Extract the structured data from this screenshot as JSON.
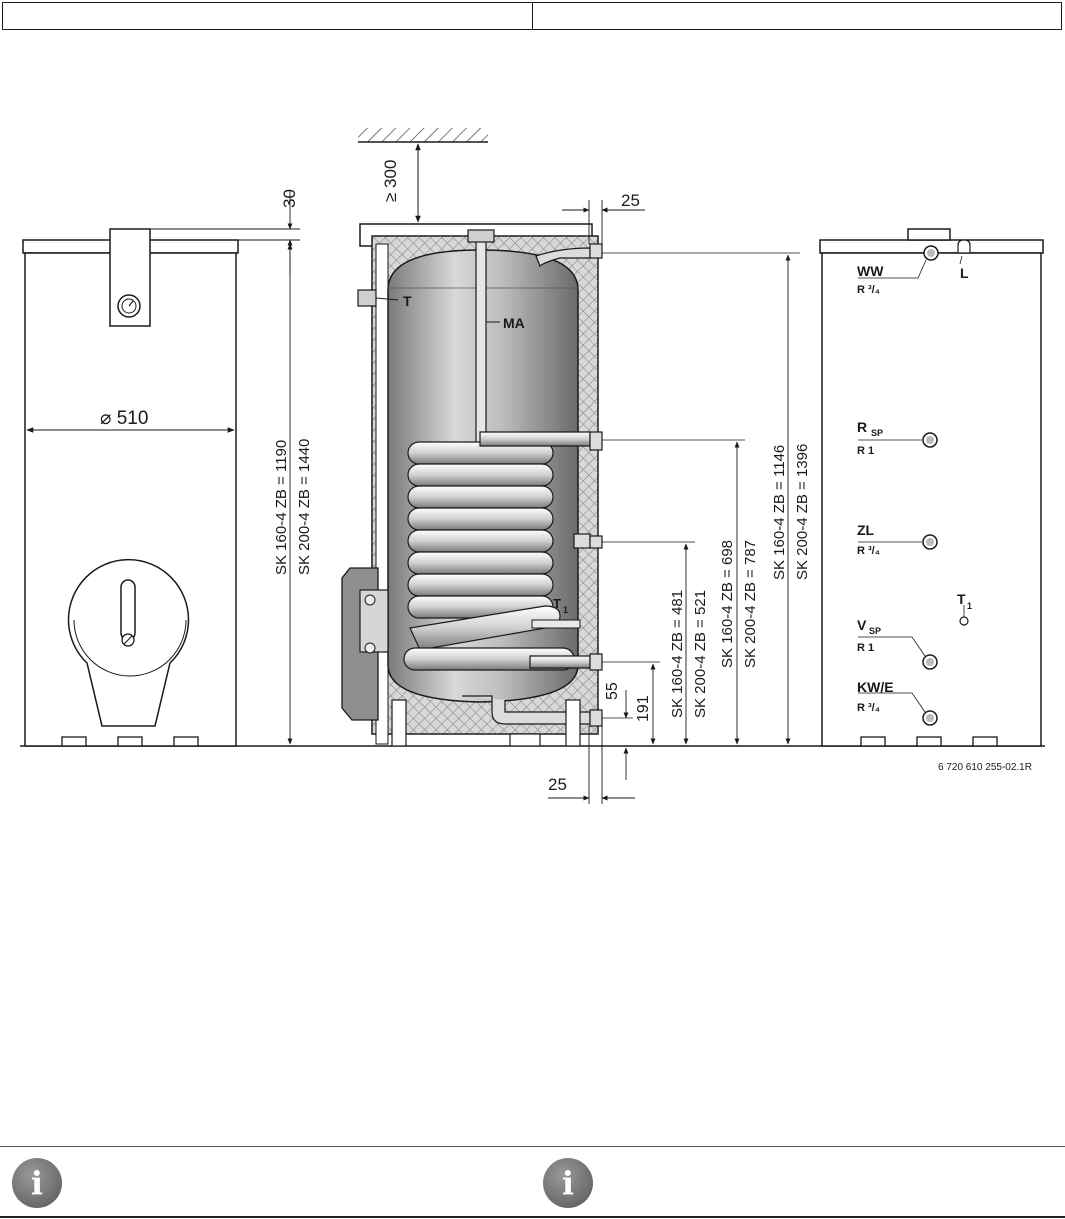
{
  "header": {
    "left_cell": "",
    "right_cell": ""
  },
  "dimensions": {
    "clearance": "≥ 300",
    "top_offset": "30",
    "diameter": "⌀ 510",
    "side_offset_top": "25",
    "side_offset_bottom": "25",
    "total_height_160": "SK 160-4 ZB = 1190",
    "total_height_200": "SK 200-4 ZB = 1440",
    "ww_height_160": "SK 160-4 ZB = 1146",
    "ww_height_200": "SK 200-4 ZB = 1396",
    "rsp_height_160": "SK 160-4 ZB = 698",
    "rsp_height_200": "SK 200-4 ZB = 787",
    "zl_height_160": "SK 160-4 ZB = 481",
    "zl_height_200": "SK 200-4 ZB = 521",
    "vsp_height": "191",
    "kw_height": "55"
  },
  "labels": {
    "thermometer": "T",
    "anode": "MA",
    "sensor_main": "T",
    "sensor_sub": "1",
    "ww": "WW",
    "ww_thread": "R ³/₄",
    "drain": "L",
    "rsp_main": "R",
    "rsp_sub": "SP",
    "rsp_thread": "R 1",
    "zl": "ZL",
    "zl_thread": "R ³/₄",
    "t1_main": "T",
    "t1_sub": "1",
    "vsp_main": "V",
    "vsp_sub": "SP",
    "vsp_thread": "R 1",
    "kwe": "KW/E",
    "kwe_thread": "R ³/₄"
  },
  "figure_code": "6 720 610 255-02.1R",
  "info_icons": [
    {
      "glyph": "i"
    },
    {
      "glyph": "i"
    }
  ]
}
